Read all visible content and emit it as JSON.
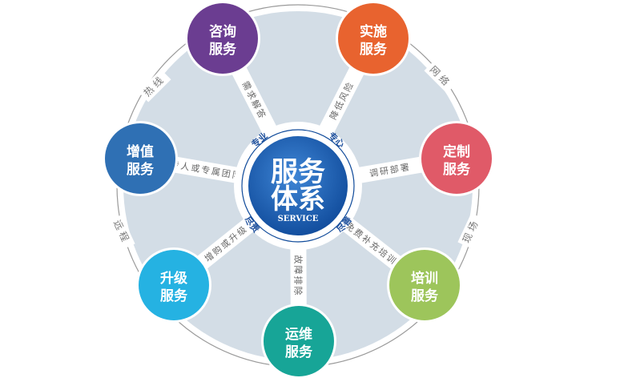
{
  "center": {
    "title_line1": "服务",
    "title_line2": "体系",
    "subtitle": "SERVICE",
    "color": "#0f4a9a"
  },
  "ring_labels": [
    {
      "text": "专业",
      "angle": -130
    },
    {
      "text": "专心",
      "angle": -50
    },
    {
      "text": "尽善",
      "angle": 40
    },
    {
      "text": "尽责",
      "angle": 140
    }
  ],
  "nodes": [
    {
      "line1": "咨询",
      "line2": "服务",
      "color": "#6b3d91",
      "spoke": "需求解答"
    },
    {
      "line1": "实施",
      "line2": "服务",
      "color": "#e8632f",
      "spoke": "降低风险"
    },
    {
      "line1": "定制",
      "line2": "服务",
      "color": "#e05a68",
      "spoke": "调研部署"
    },
    {
      "line1": "培训",
      "line2": "服务",
      "color": "#9dc55b",
      "spoke": "免费补充培训"
    },
    {
      "line1": "运维",
      "line2": "服务",
      "color": "#17a597",
      "spoke": "故障排除"
    },
    {
      "line1": "升级",
      "line2": "服务",
      "color": "#25b2e2",
      "spoke": "增购或升级"
    },
    {
      "line1": "增值",
      "line2": "服务",
      "color": "#2f70b4",
      "spoke": "专人或专属团队"
    }
  ],
  "outer_labels": [
    "热线",
    "网络",
    "现场",
    "远程"
  ],
  "colors": {
    "disc": "#d3dde6",
    "ring_line": "#9a9a9a"
  }
}
